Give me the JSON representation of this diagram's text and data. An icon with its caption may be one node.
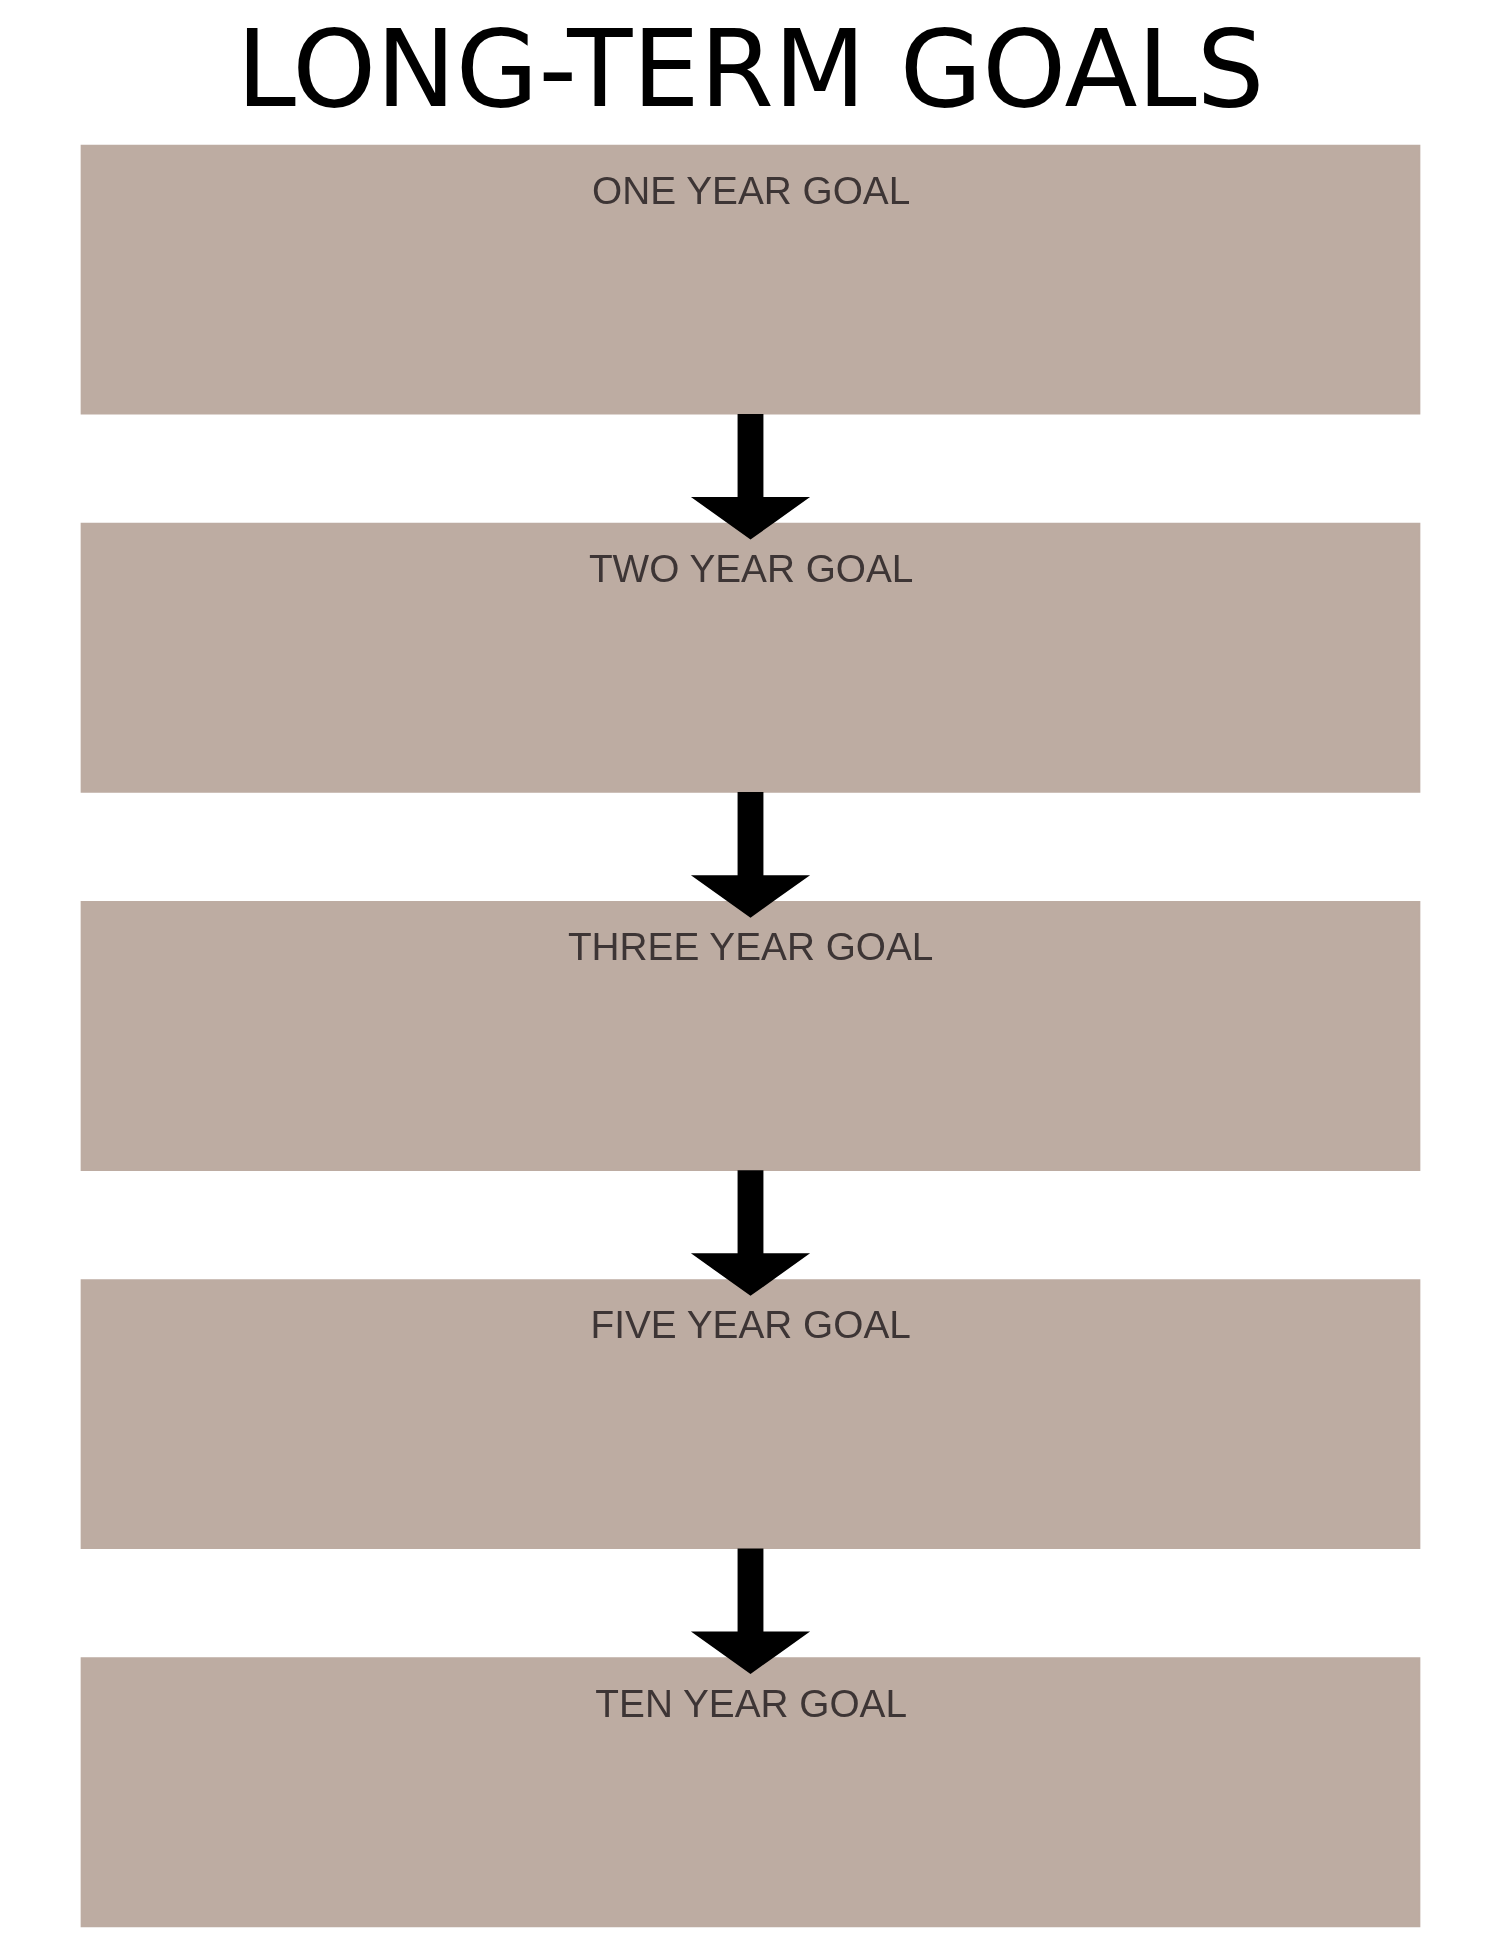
{
  "diagram": {
    "title": "LONG-TERM GOALS",
    "nodes": [
      {
        "text": [
          "ONE YEAR GOAL"
        ]
      },
      {
        "text": [
          "TWO YEAR GOAL"
        ]
      },
      {
        "text": [
          "THREE YEAR GOAL"
        ]
      },
      {
        "text": [
          "FIVE YEAR GOAL"
        ]
      },
      {
        "text": [
          "TEN YEAR GOAL"
        ]
      }
    ],
    "edges": [
      {
        "from": 0,
        "to": 1,
        "arrow": "to"
      },
      {
        "from": 1,
        "to": 2,
        "arrow": "to"
      },
      {
        "from": 2,
        "to": 3,
        "arrow": "to"
      },
      {
        "from": 3,
        "to": 4,
        "arrow": "to"
      }
    ]
  }
}
